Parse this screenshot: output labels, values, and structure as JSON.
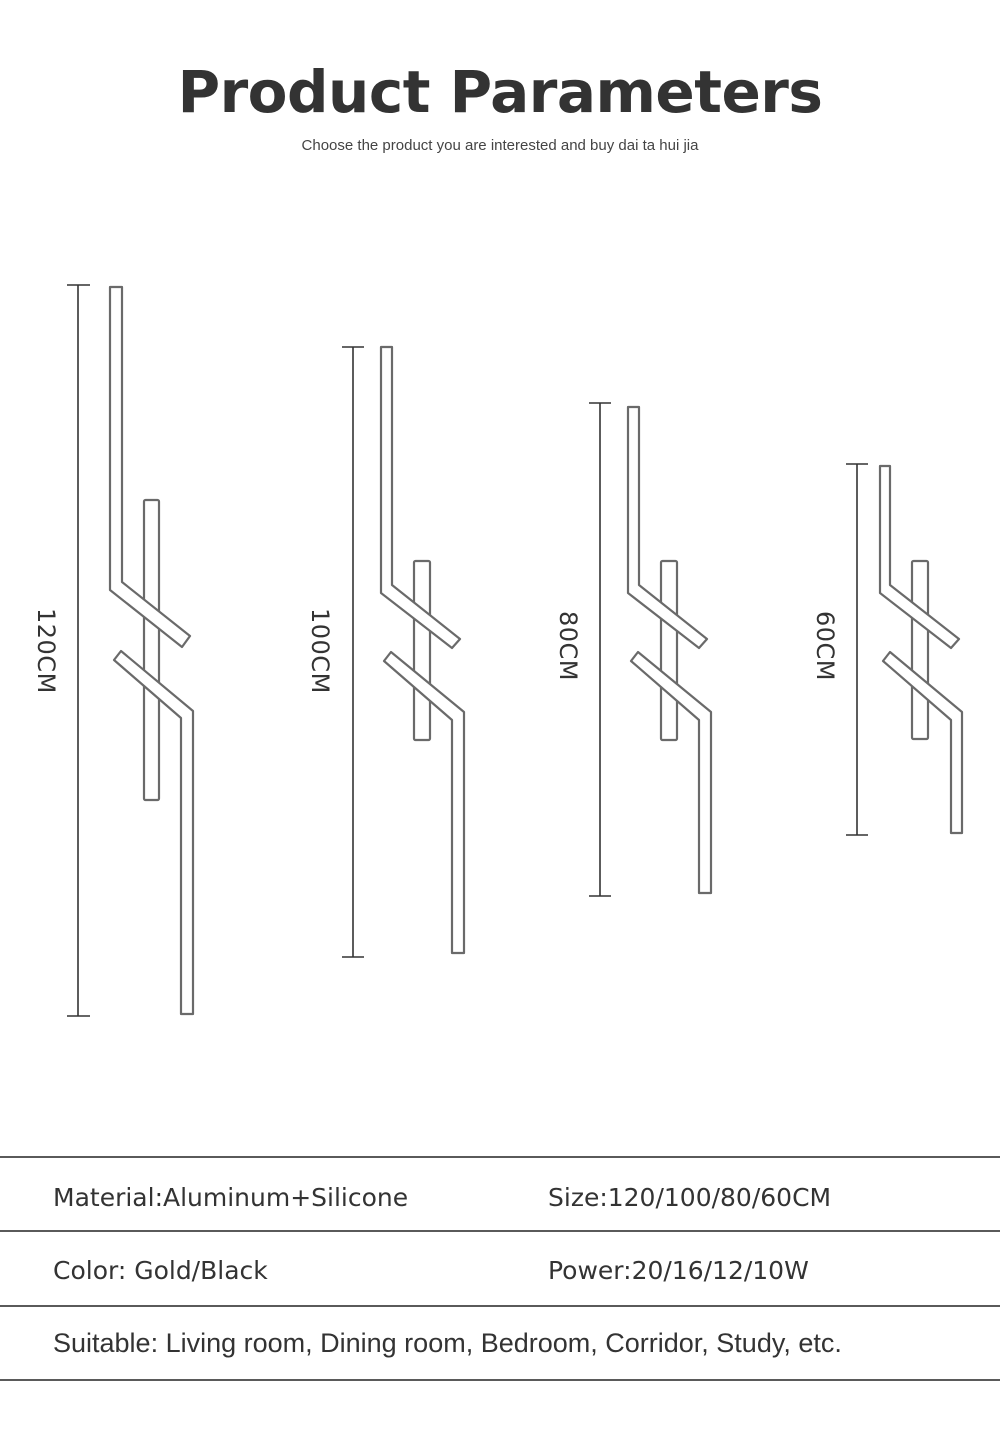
{
  "header": {
    "title": "Product Parameters",
    "subtitle": "Choose the product you are interested and buy dai ta hui jia"
  },
  "diagram": {
    "lamps": [
      {
        "label": "120CM",
        "length_cm": 120
      },
      {
        "label": "100CM",
        "length_cm": 100
      },
      {
        "label": "80CM",
        "length_cm": 80
      },
      {
        "label": "60CM",
        "length_cm": 60
      }
    ],
    "stroke_color": "#555555",
    "dimension_color": "#333333"
  },
  "specs": {
    "material": "Material:Aluminum+Silicone",
    "size": "Size:120/100/80/60CM",
    "color": "Color: Gold/Black",
    "power": "Power:20/16/12/10W",
    "suitable": "Suitable: Living room, Dining room, Bedroom, Corridor, Study, etc."
  }
}
